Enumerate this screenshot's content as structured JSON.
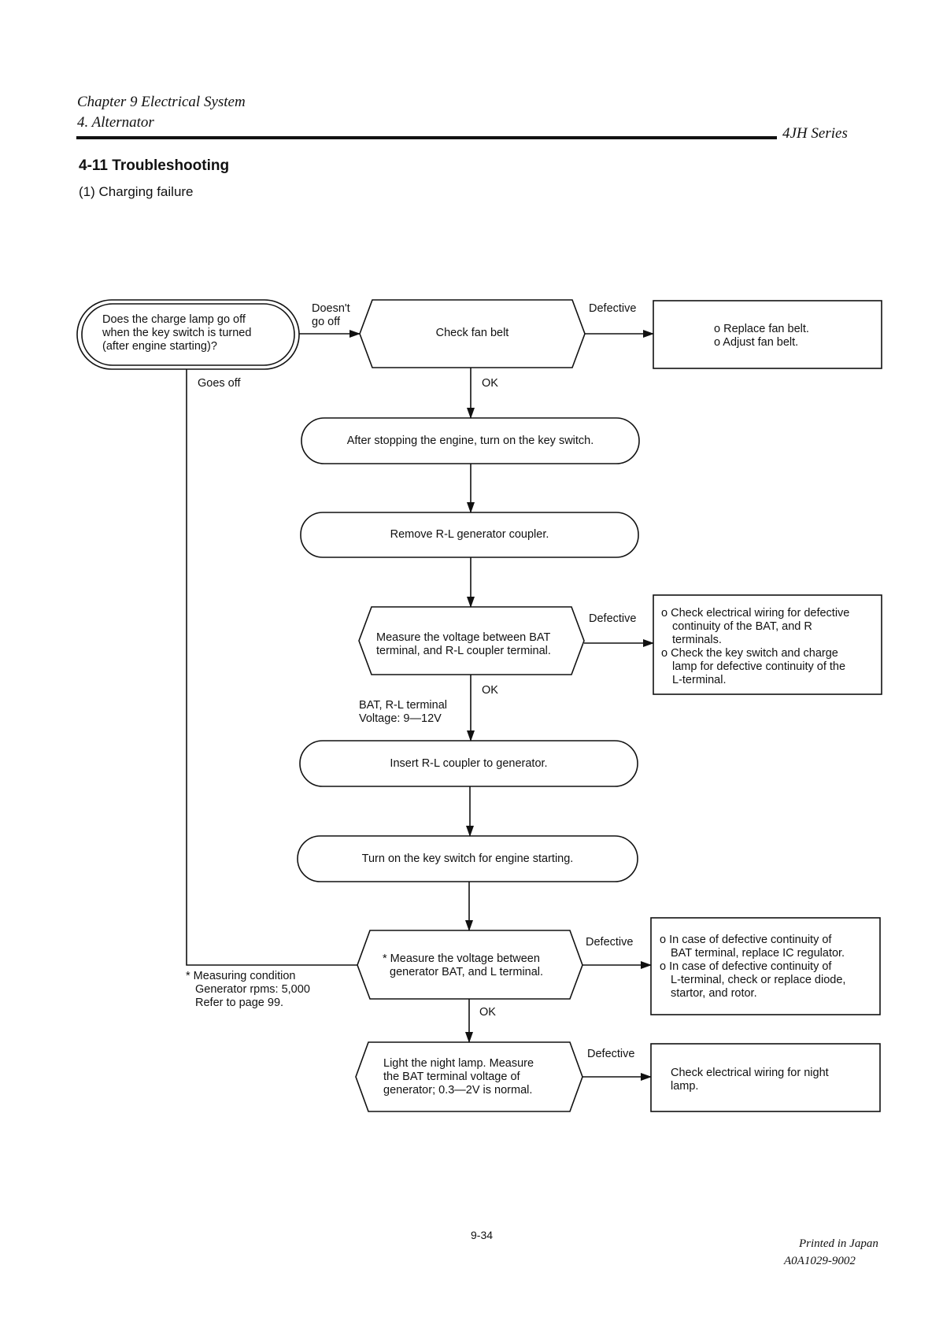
{
  "header": {
    "chapter": "Chapter 9 Electrical System",
    "section": "4. Alternator",
    "series": "4JH  Series"
  },
  "section": {
    "title": "4-11 Troubleshooting",
    "subtitle": "(1) Charging failure"
  },
  "flow": {
    "start": {
      "line1": "Does the charge lamp go off",
      "line2": "when the key switch is turned",
      "line3": "(after engine starting)?"
    },
    "doesnt_go_off": {
      "line1": "Doesn't",
      "line2": "go off"
    },
    "goes_off": "Goes off",
    "fan_belt": "Check fan belt",
    "fan_belt_result": {
      "line1": "o Replace fan belt.",
      "line2": "o Adjust fan belt."
    },
    "step_key_on": "After stopping the engine, turn on the key switch.",
    "step_remove": "Remove R-L generator coupler.",
    "measure_bat_rl": {
      "line1": "Measure the voltage between BAT",
      "line2": "terminal, and R-L coupler terminal."
    },
    "measure_bat_rl_result": {
      "line1": "o Check electrical wiring for defective",
      "line2": "continuity of the BAT, and R",
      "line3": "terminals.",
      "line4": "o Check the key switch and charge",
      "line5": "lamp for defective continuity of the",
      "line6": "L-terminal."
    },
    "voltage_note": {
      "line1": "BAT, R-L terminal",
      "line2": "Voltage: 9—12V"
    },
    "step_insert": "Insert R-L coupler to generator.",
    "step_start": "Turn on the key switch for engine starting.",
    "measure_bat_l": {
      "line1": "* Measure the voltage between",
      "line2": "generator BAT, and L terminal."
    },
    "measure_bat_l_result": {
      "line1": "o In case of defective continuity of",
      "line2": "BAT terminal, replace IC regulator.",
      "line3": "o In case of defective continuity of",
      "line4": "L-terminal, check or replace diode,",
      "line5": "startor, and rotor."
    },
    "condition": {
      "line1": "* Measuring condition",
      "line2": "Generator rpms: 5,000",
      "line3": "Refer to page 99."
    },
    "night_lamp": {
      "line1": "Light the night lamp. Measure",
      "line2": "the BAT terminal voltage of",
      "line3": "generator; 0.3—2V is normal."
    },
    "night_lamp_result": {
      "line1": "Check electrical wiring for night",
      "line2": "lamp."
    },
    "labels": {
      "ok": "OK",
      "defective": "Defective"
    }
  },
  "footer": {
    "page": "9-34",
    "printed": "Printed in Japan",
    "code": "A0A1029-9002"
  }
}
